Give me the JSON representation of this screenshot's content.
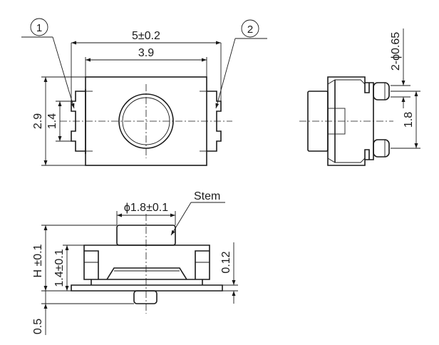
{
  "callouts": {
    "pin1": "1",
    "pin2": "2"
  },
  "top_view": {
    "width_overall": "5±0.2",
    "width_body": "3.9",
    "height_overall": "2.9",
    "height_inner": "1.4"
  },
  "side_view": {
    "pin_diameter": "2-ϕ0.65",
    "pin_pitch": "1.8"
  },
  "front_view": {
    "stem_label": "Stem",
    "stem_diameter": "ϕ1.8±0.1",
    "height_total": "H ±0.1",
    "height_body": "1.4±0.1",
    "lead_thickness": "0.12",
    "bottom_offset": "0.5"
  }
}
